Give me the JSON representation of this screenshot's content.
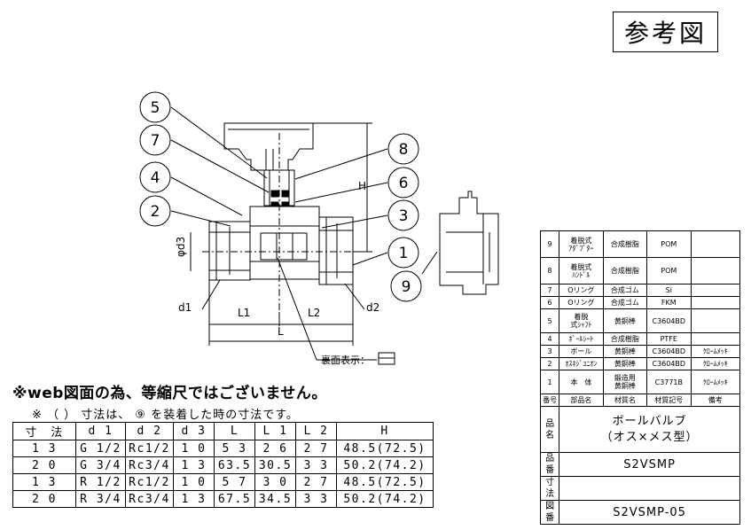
{
  "ref_label": "参考図",
  "callouts": [
    "5",
    "7",
    "4",
    "2",
    "8",
    "6",
    "3",
    "1",
    "9"
  ],
  "dim_labels": {
    "H": "H",
    "d3": "φd3",
    "d1": "d1",
    "L1": "L1",
    "L2": "L2",
    "L": "L",
    "d2": "d2"
  },
  "back_mark": "裏面表示：",
  "web_note": "※web図面の為、等縮尺ではございません。",
  "paren_note": "※ （ ） 寸法は、 ⑨ を装着した時の寸法です。",
  "dims_table": {
    "headers": [
      "寸　法",
      "d 1",
      "d 2",
      "d 3",
      "L",
      "L 1",
      "L 2",
      "H"
    ],
    "rows": [
      [
        "1 3",
        "G 1/2",
        "Rc1/2",
        "1 0",
        "5 3",
        "2 6",
        "2 7",
        "48.5(72.5)"
      ],
      [
        "2 0",
        "G 3/4",
        "Rc3/4",
        "1 3",
        "63.5",
        "30.5",
        "3 3",
        "50.2(74.2)"
      ],
      [
        "1 3",
        "R 1/2",
        "Rc1/2",
        "1 0",
        "5 7",
        "3 0",
        "2 7",
        "48.5(72.5)"
      ],
      [
        "2 0",
        "R 3/4",
        "Rc3/4",
        "1 3",
        "67.5",
        "34.5",
        "3 3",
        "50.2(74.2)"
      ]
    ]
  },
  "parts_table": {
    "rows": [
      [
        "9",
        "着脱式\nｱﾀﾞﾌﾟﾀｰ",
        "合成樹脂",
        "POM",
        ""
      ],
      [
        "8",
        "着脱式\nﾊﾝﾄﾞﾙ",
        "合成樹脂",
        "POM",
        ""
      ],
      [
        "7",
        "Oリング",
        "合成ゴム",
        "Si",
        ""
      ],
      [
        "6",
        "Oリング",
        "合成ゴム",
        "FKM",
        ""
      ],
      [
        "5",
        "着脱\n式ｼｬﾌﾄ",
        "黄銅棒",
        "C3604BD",
        ""
      ],
      [
        "4",
        "ﾎﾞｰﾙｼｰﾄ",
        "合成樹脂",
        "PTFE",
        ""
      ],
      [
        "3",
        "ボール",
        "黄銅棒",
        "C3604BD",
        "ｸﾛｰﾑﾒｯｷ"
      ],
      [
        "2",
        "ｵｽﾈｼﾞﾕﾆｵﾝ",
        "黄銅棒",
        "C3604BD",
        "ｸﾛｰﾑﾒｯｷ"
      ],
      [
        "1",
        "本　体",
        "鍛造用\n黄銅棒",
        "C3771B",
        "ｸﾛｰﾑﾒｯｷ"
      ]
    ],
    "header": [
      "番号",
      "部品名",
      "材質名",
      "材質記号",
      "備考"
    ],
    "product_label": "品\n名",
    "product_name": "ボールバルブ\n（オス×メス型）",
    "part_no_label": "品\n番",
    "part_no": "S2VSMP",
    "size_label": "寸\n法",
    "size": "",
    "drawing_label": "図\n番",
    "drawing_no": "S2VSMP-05"
  }
}
